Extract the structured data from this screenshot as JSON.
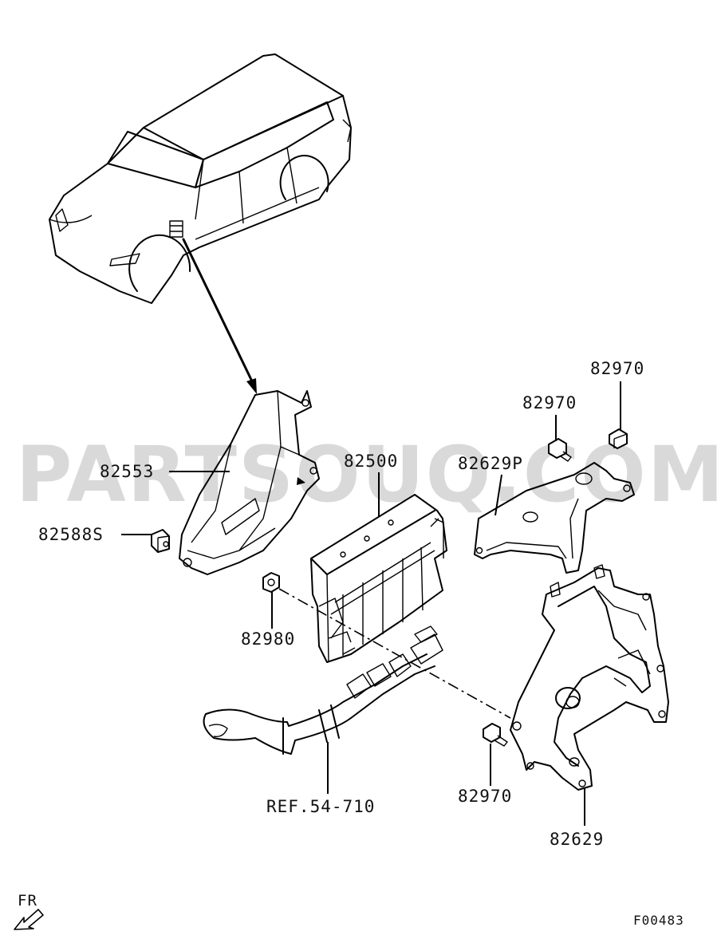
{
  "watermark": "PARTSOUQ.COM",
  "labels": {
    "p82553": "82553",
    "p82588s": "82588S",
    "p82500": "82500",
    "p82980": "82980",
    "p82629p": "82629P",
    "p82970_top": "82970",
    "p82970_mid": "82970",
    "p82970_bottom": "82970",
    "p82629": "82629",
    "ref": "REF.54-710"
  },
  "direction": {
    "label": "FR"
  },
  "figure_code": "F00483",
  "icons": {
    "direction_arrow": "arrow-down-left-icon"
  }
}
